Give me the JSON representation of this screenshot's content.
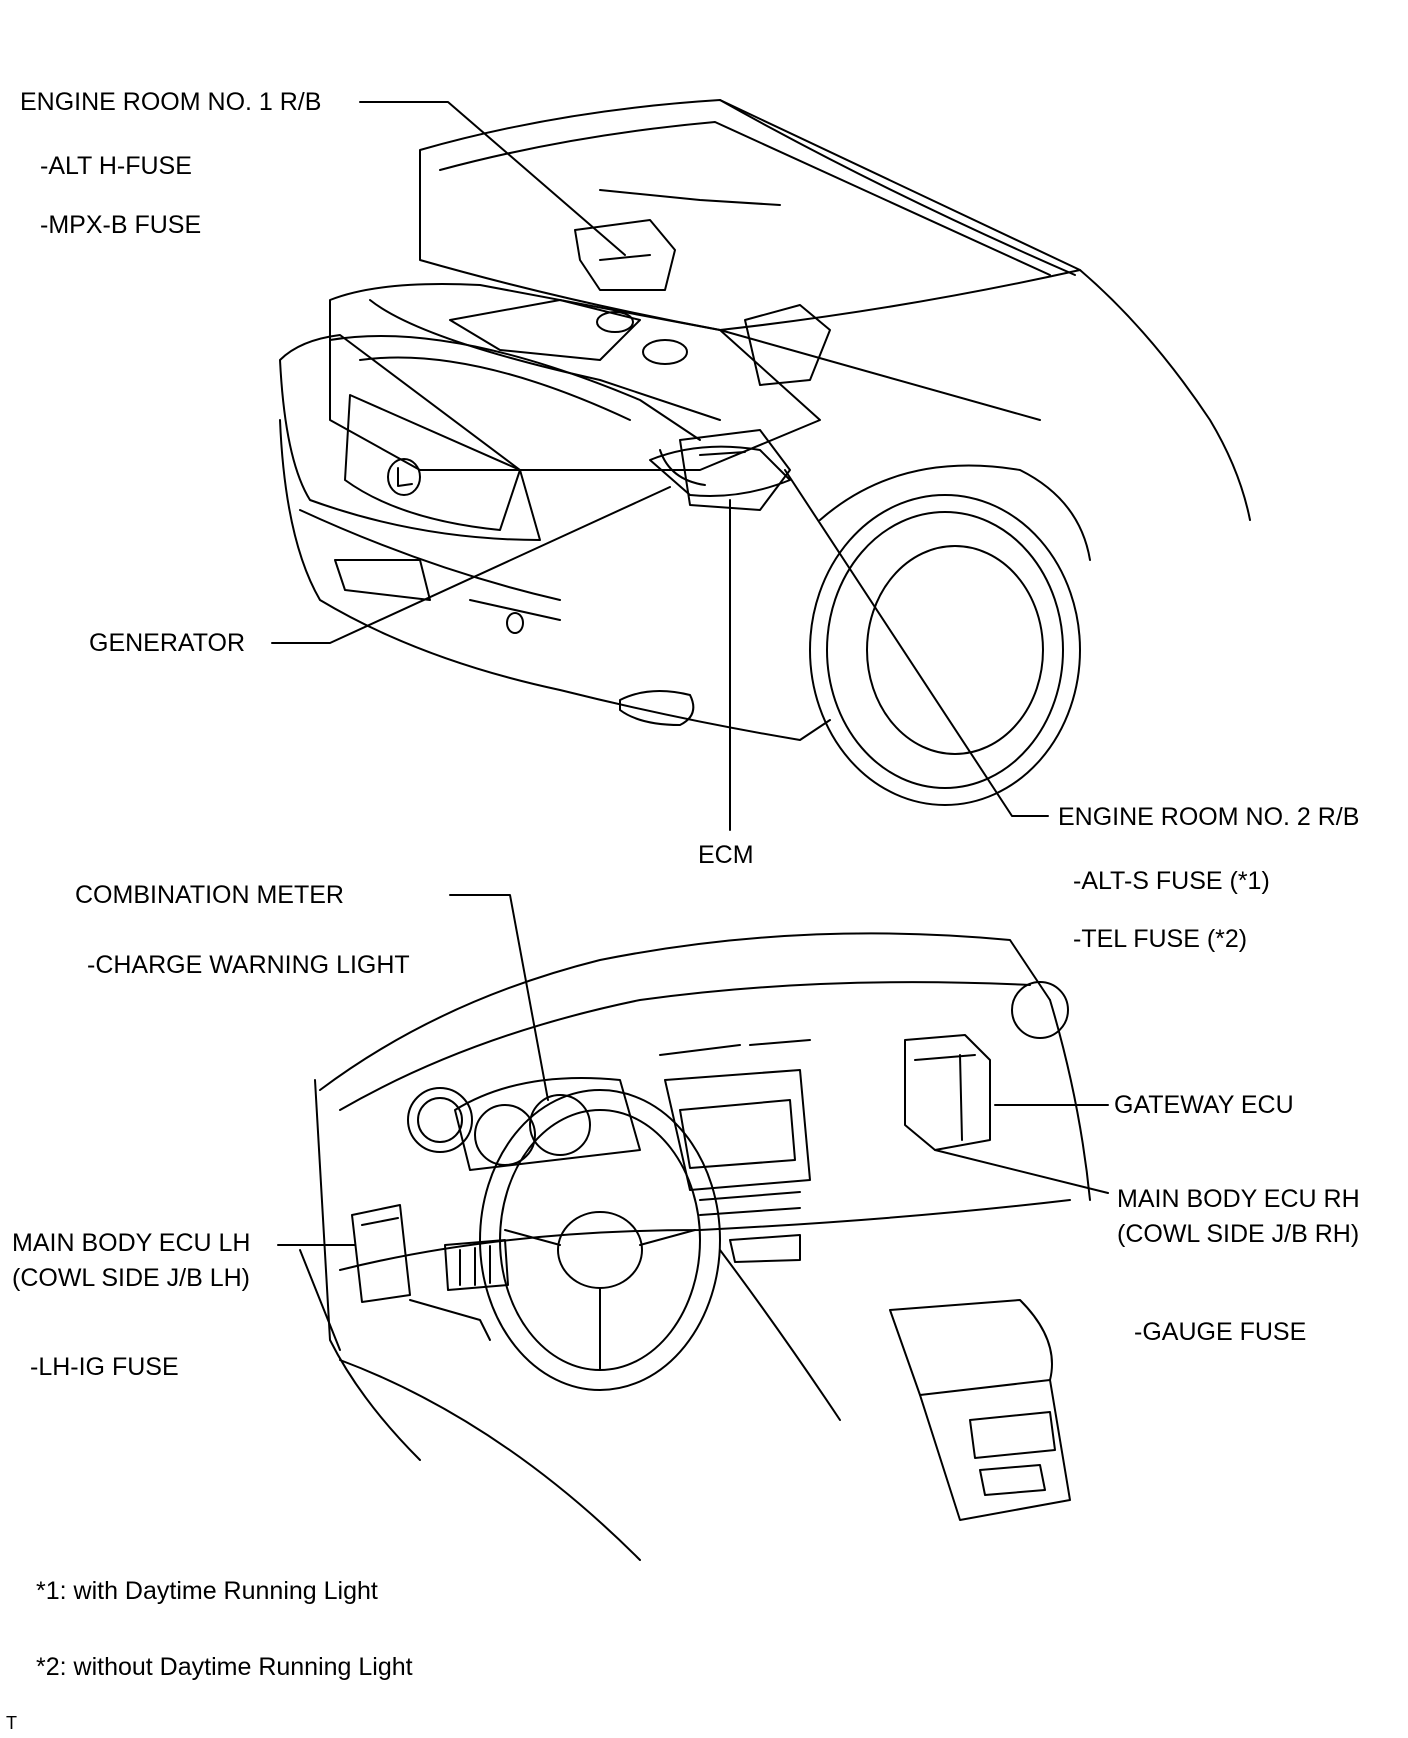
{
  "labels": {
    "engine_room_no1": "ENGINE ROOM NO. 1 R/B",
    "alt_h_fuse": "-ALT H-FUSE",
    "mpx_b_fuse": "-MPX-B FUSE",
    "generator": "GENERATOR",
    "ecm": "ECM",
    "engine_room_no2": "ENGINE ROOM NO. 2 R/B",
    "combination_meter": "COMBINATION METER",
    "charge_warning_light": "-CHARGE WARNING LIGHT",
    "alt_s_fuse": "-ALT-S FUSE (*1)",
    "tel_fuse": "-TEL FUSE (*2)",
    "gateway_ecu": "GATEWAY ECU",
    "main_body_ecu_rh_1": "MAIN BODY ECU RH",
    "main_body_ecu_rh_2": "(COWL SIDE J/B RH)",
    "main_body_ecu_lh_1": "MAIN BODY ECU LH",
    "main_body_ecu_lh_2": "(COWL SIDE J/B LH)",
    "gauge_fuse": "-GAUGE FUSE",
    "lh_ig_fuse": "-LH-IG FUSE"
  },
  "footnotes": {
    "note1": "*1: with Daytime Running Light",
    "note2": "*2: without Daytime Running Light"
  },
  "corner_mark": "T",
  "colors": {
    "line": "#000000",
    "background": "#ffffff"
  }
}
